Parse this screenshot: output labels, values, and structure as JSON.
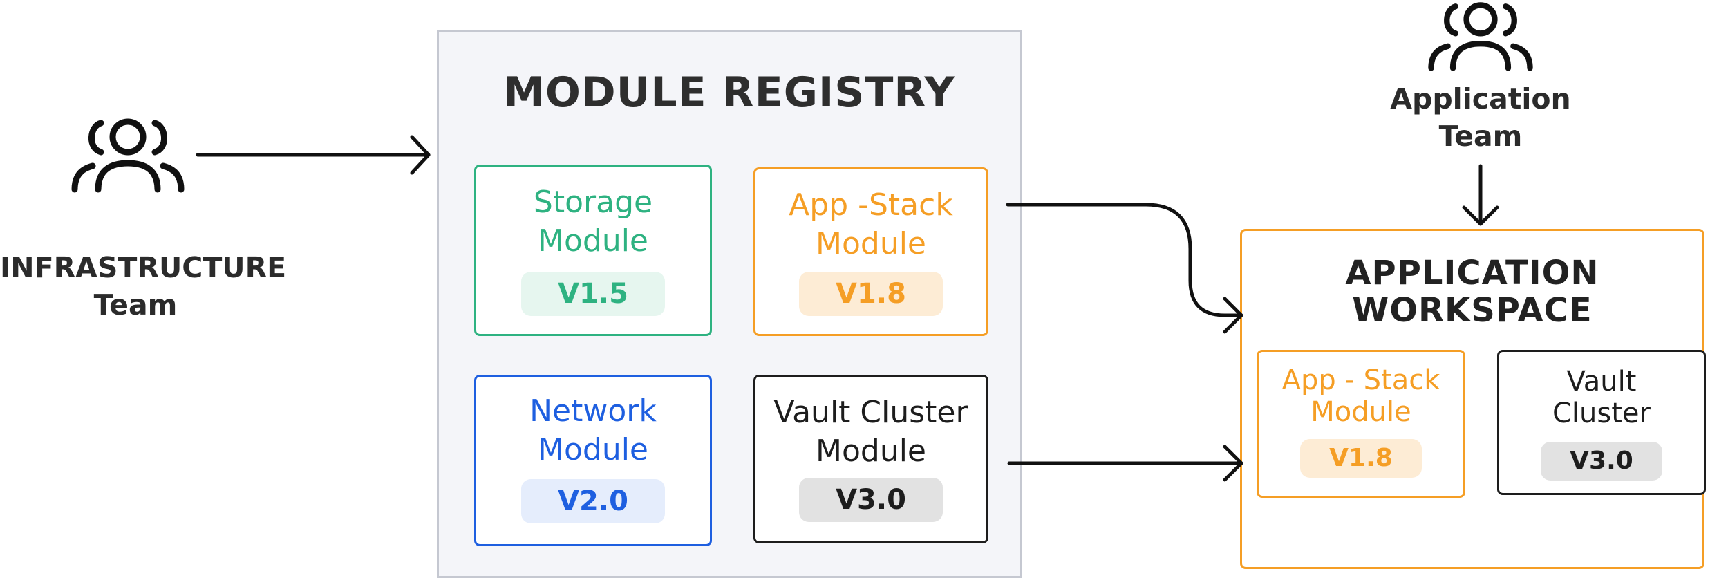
{
  "teams": {
    "infrastructure": {
      "line1": "INFRASTRUCTURE",
      "line2": "Team"
    },
    "application": {
      "line1": "Application",
      "line2": "Team"
    }
  },
  "registry": {
    "title": "MODULE REGISTRY",
    "modules": [
      {
        "line1": "Storage",
        "line2": "Module",
        "version": "V1.5",
        "color": "#2eb281"
      },
      {
        "line1": "App -Stack",
        "line2": "Module",
        "version": "V1.8",
        "color": "#f59e25"
      },
      {
        "line1": "Network",
        "line2": "Module",
        "version": "V2.0",
        "color": "#1e5fe0"
      },
      {
        "line1": "Vault Cluster",
        "line2": "Module",
        "version": "V3.0",
        "color": "#1d1d1d"
      }
    ]
  },
  "workspace": {
    "title_line1": "APPLICATION",
    "title_line2": "WORKSPACE",
    "modules": [
      {
        "line1": "App - Stack",
        "line2": "Module",
        "version": "V1.8",
        "color": "#f59e25"
      },
      {
        "line1": "Vault",
        "line2": "Cluster",
        "version": "V3.0",
        "color": "#1d1d1d"
      }
    ]
  },
  "icons": [
    "users-icon"
  ],
  "colors": {
    "green": "#2eb281",
    "orange": "#f59e25",
    "blue": "#1e5fe0",
    "dark": "#1d1d1d",
    "registry_bg": "#f4f5f9"
  }
}
